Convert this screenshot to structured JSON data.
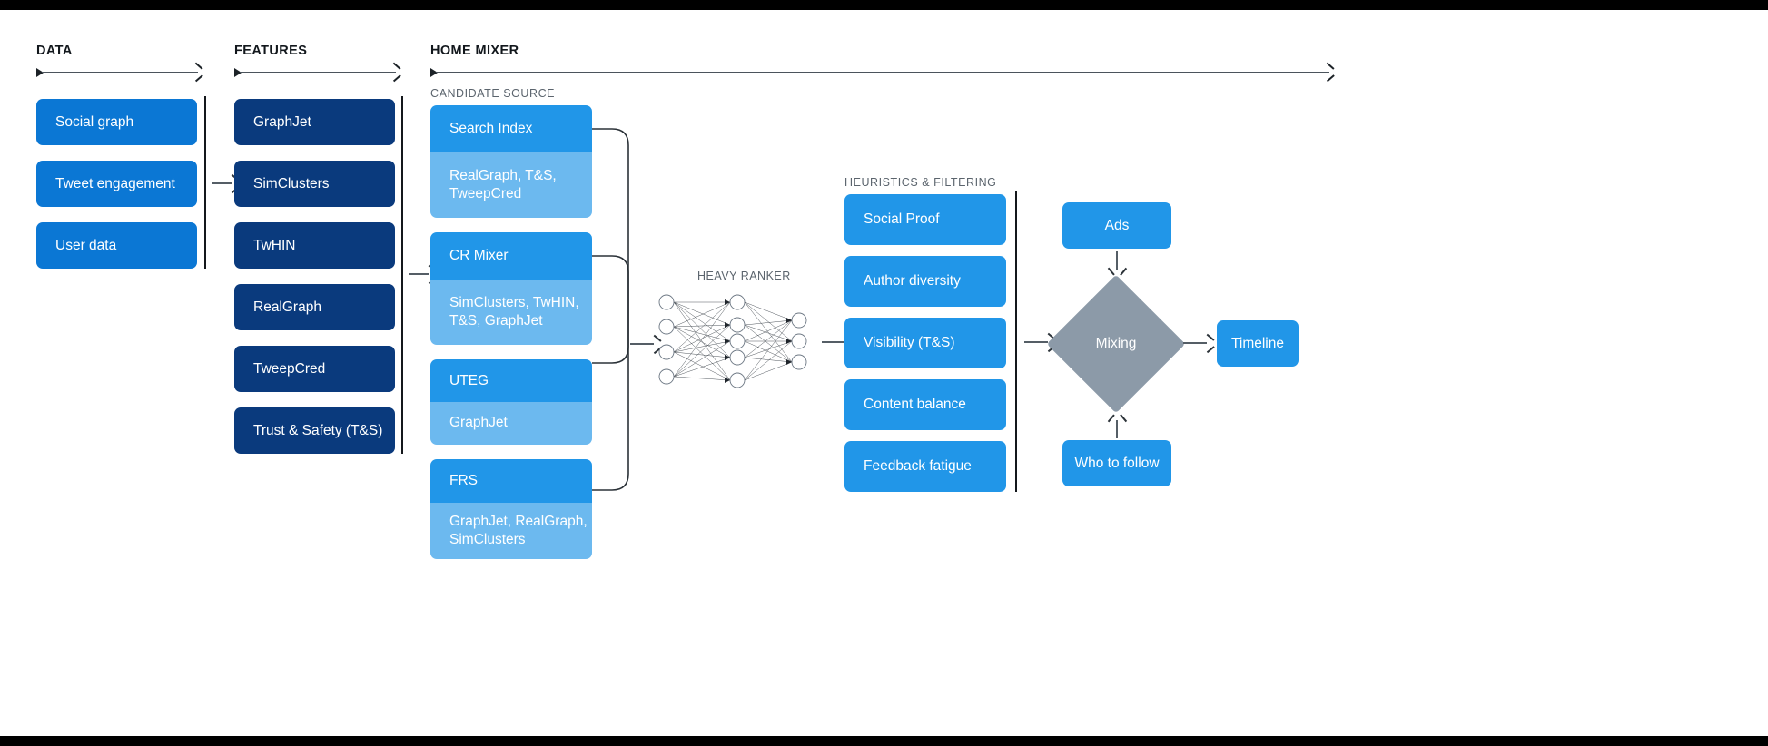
{
  "sections": {
    "data": {
      "label": "DATA"
    },
    "features": {
      "label": "FEATURES"
    },
    "home_mixer": {
      "label": "HOME MIXER"
    },
    "candidate_source": {
      "label": "CANDIDATE SOURCE"
    },
    "heavy_ranker": {
      "label": "HEAVY RANKER"
    },
    "heuristics": {
      "label": "HEURISTICS & FILTERING"
    }
  },
  "data_column": {
    "items": [
      {
        "label": "Social graph"
      },
      {
        "label": "Tweet engagement"
      },
      {
        "label": "User data"
      }
    ]
  },
  "features_column": {
    "items": [
      {
        "label": "GraphJet"
      },
      {
        "label": "SimClusters"
      },
      {
        "label": "TwHIN"
      },
      {
        "label": "RealGraph"
      },
      {
        "label": "TweepCred"
      },
      {
        "label": "Trust & Safety (T&S)"
      }
    ]
  },
  "candidate_sources": [
    {
      "title": "Search Index",
      "features": "RealGraph, T&S,\nTweepCred"
    },
    {
      "title": "CR Mixer",
      "features": "SimClusters, TwHIN,\nT&S, GraphJet"
    },
    {
      "title": "UTEG",
      "features": "GraphJet"
    },
    {
      "title": "FRS",
      "features": "GraphJet, RealGraph,\nSimClusters"
    }
  ],
  "heavy_ranker_network": {
    "input_nodes": 4,
    "hidden_nodes": 5,
    "output_nodes": 3
  },
  "heuristics_column": {
    "items": [
      {
        "label": "Social Proof"
      },
      {
        "label": "Author diversity"
      },
      {
        "label": "Visibility (T&S)"
      },
      {
        "label": "Content balance"
      },
      {
        "label": "Feedback fatigue"
      }
    ]
  },
  "mixing_stage": {
    "ads": {
      "label": "Ads"
    },
    "mixing": {
      "label": "Mixing"
    },
    "who_to_follow": {
      "label": "Who to follow"
    },
    "timeline": {
      "label": "Timeline"
    }
  },
  "colors": {
    "navy": "#0a3a7d",
    "blue": "#0b77d4",
    "light_blue": "#2196e8",
    "pale_blue": "#6cb9ef",
    "diamond_gray": "#8c9aa8",
    "line": "#555e66"
  }
}
